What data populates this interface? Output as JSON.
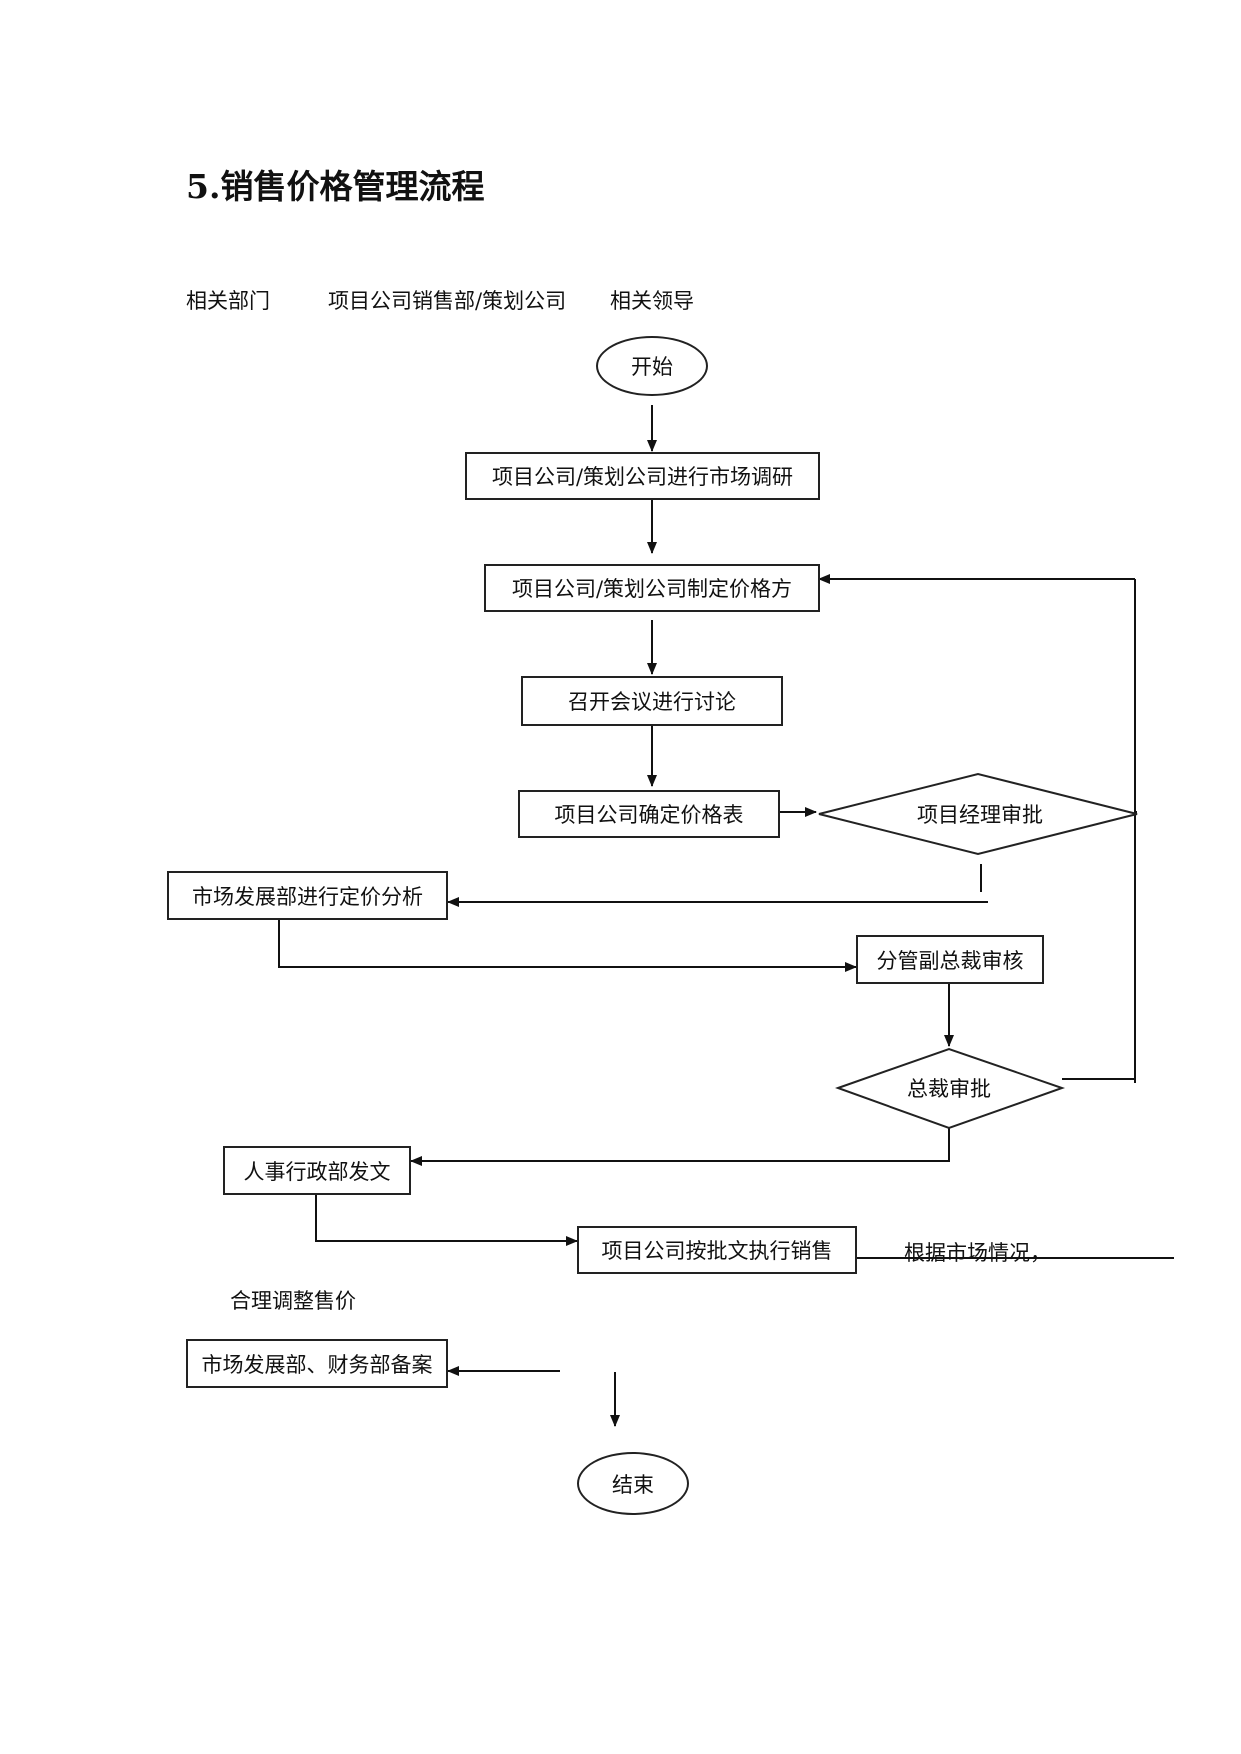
{
  "title": "5.销售价格管理流程",
  "columns": {
    "dept": "相关部门",
    "project": "项目公司销售部/策划公司",
    "leader": "相关领导"
  },
  "nodes": {
    "start": "开始",
    "research": "项目公司/策划公司进行市场调研",
    "plan": "项目公司/策划公司制定价格方",
    "meeting": "召开会议进行讨论",
    "confirm": "项目公司确定价格表",
    "pm_approval": "项目经理审批",
    "market_analysis": "市场发展部进行定价分析",
    "vp_review": "分管副总裁审核",
    "ceo_approval": "总裁审批",
    "hr_doc": "人事行政部发文",
    "execute": "项目公司按批文执行销售",
    "filing": "市场发展部、财务部备案",
    "end": "结束"
  },
  "notes": {
    "adjust_1": "根据市场情况，",
    "adjust_2": "合理调整售价"
  }
}
